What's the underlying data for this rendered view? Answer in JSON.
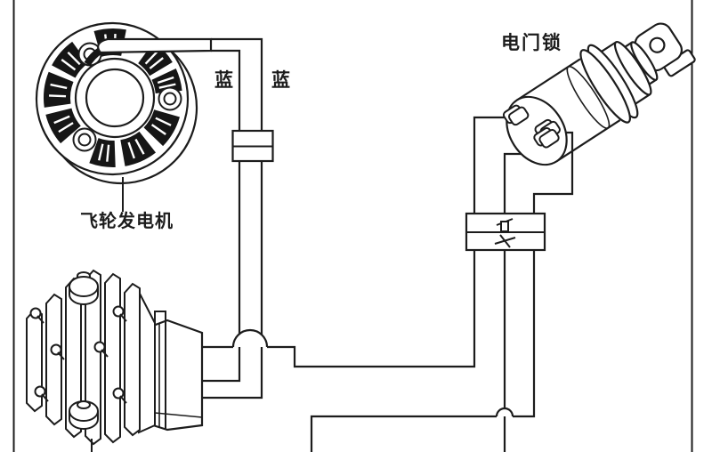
{
  "diagram": {
    "labels": {
      "blue_left": "蓝",
      "blue_right": "蓝",
      "ignition_switch": "电门锁",
      "flywheel_generator": "飞轮发电机"
    },
    "colors": {
      "line": "#1c1c1c",
      "background": "#ffffff",
      "coil_fill": "#161616"
    }
  }
}
